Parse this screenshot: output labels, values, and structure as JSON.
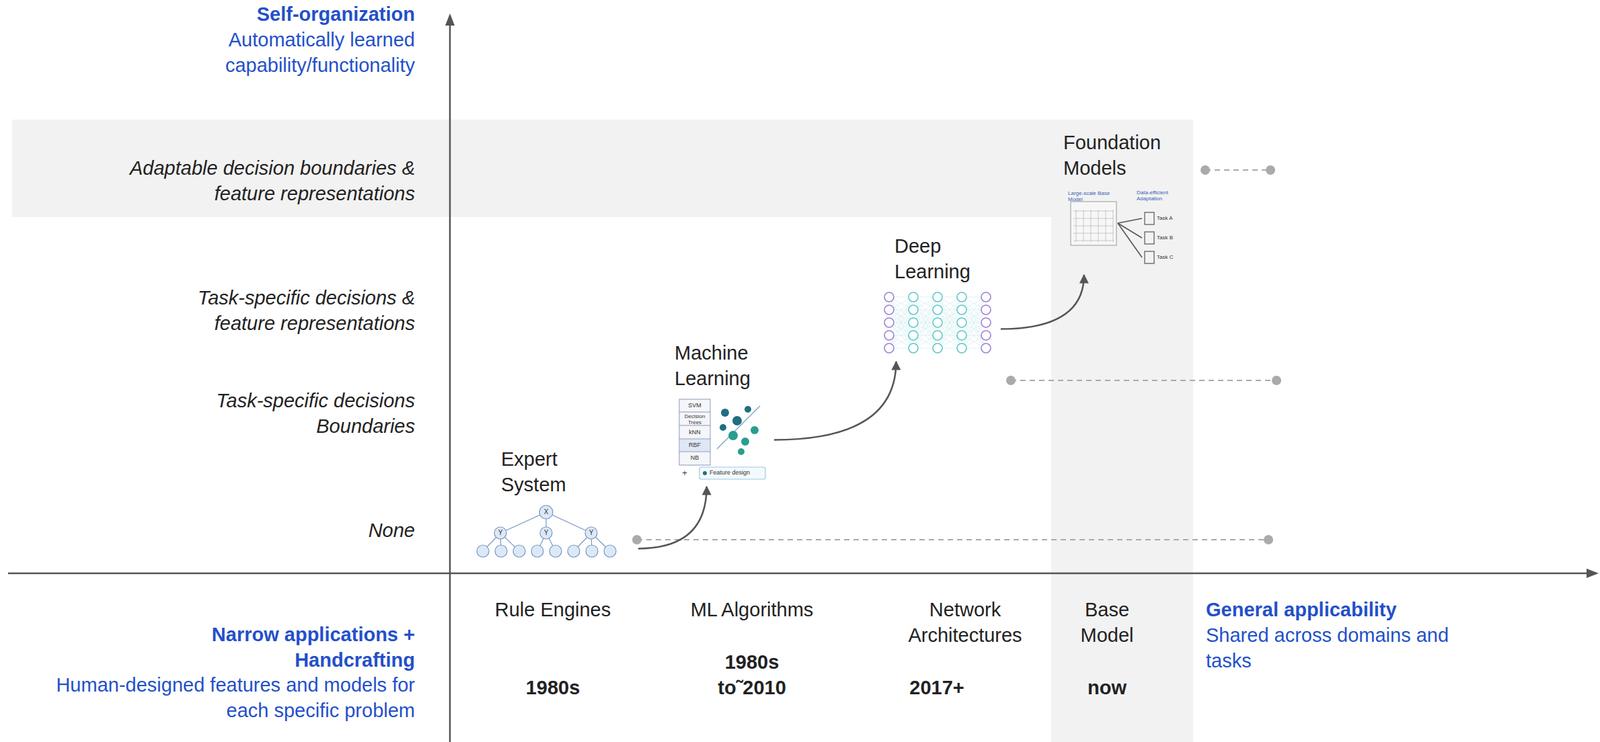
{
  "diagram": {
    "nodes": [
      {
        "text": [
          "Expert System"
        ]
      },
      {
        "text": [
          "Machine Learning"
        ]
      },
      {
        "text": [
          "Deep Learning"
        ]
      },
      {
        "text": [
          "Foundation Models"
        ]
      }
    ],
    "edges": [
      {
        "from": 0,
        "to": 1,
        "arrow": "to"
      },
      {
        "from": 1,
        "to": 2,
        "arrow": "to"
      },
      {
        "from": 2,
        "to": 3,
        "arrow": "to"
      }
    ],
    "labels": [
      "Self-organization",
      "Automatically learned capability/functionality",
      "Adaptable decision boundaries & feature representations",
      "Task-specific decisions & feature representations",
      "Task-specific decisions Boundaries",
      "None",
      "Narrow applications + Handcrafting",
      "Human-designed features and models for each specific problem",
      "Rule Engines",
      "1980s",
      "ML Algorithms",
      "1980s to˜2010",
      "Network Architectures",
      "2017+",
      "Base Model",
      "now",
      "General applicability",
      "Shared across domains and tasks",
      "X",
      "Y",
      "Y",
      "Y",
      "SVM",
      "Decision Trees",
      "kNN",
      "RBF",
      "NB",
      "+",
      "Feature design",
      "Large-scale Base Model",
      "Data-efficient Adaptation",
      "Task A",
      "Task B",
      "Task C"
    ]
  }
}
